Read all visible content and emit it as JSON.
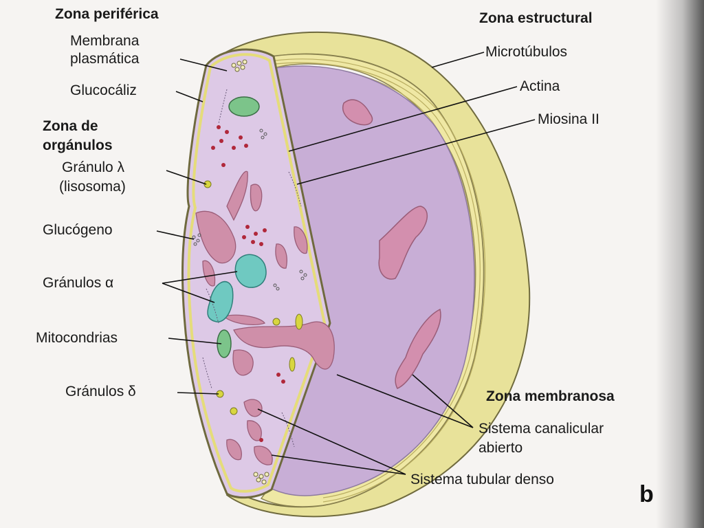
{
  "figure": {
    "letter": "b",
    "headings": {
      "peripheral_zone": "Zona periférica",
      "structural_zone": "Zona estructural",
      "organelle_zone_line1": "Zona de",
      "organelle_zone_line2": "orgánulos",
      "membrane_zone": "Zona membranosa"
    },
    "labels": {
      "plasma_membrane_line1": "Membrana",
      "plasma_membrane_line2": "plasmática",
      "glycocalyx": "Glucocáliz",
      "lambda_granule_line1": "Gránulo λ",
      "lambda_granule_line2": "(lisosoma)",
      "glycogen": "Glucógeno",
      "alpha_granules": "Gránulos α",
      "mitochondria": "Mitocondrias",
      "delta_granules": "Gránulos δ",
      "microtubules": "Microtúbulos",
      "actin": "Actina",
      "myosin": "Miosina II",
      "open_canalicular_line1": "Sistema canalicular",
      "open_canalicular_line2": "abierto",
      "dense_tubular": "Sistema tubular denso"
    },
    "colors": {
      "cytoplasm": "#c8aed6",
      "inner_face": "#d8c3e3",
      "membrane": "#e9e39a",
      "membrane_stroke": "#8a7a4a",
      "canalicular": "#cf8fa9",
      "alpha_granule": "#6fc9c1",
      "mitochondrion": "#7cc48a",
      "red_dots": "#b0283a",
      "delta_granule": "#d8d640"
    }
  }
}
